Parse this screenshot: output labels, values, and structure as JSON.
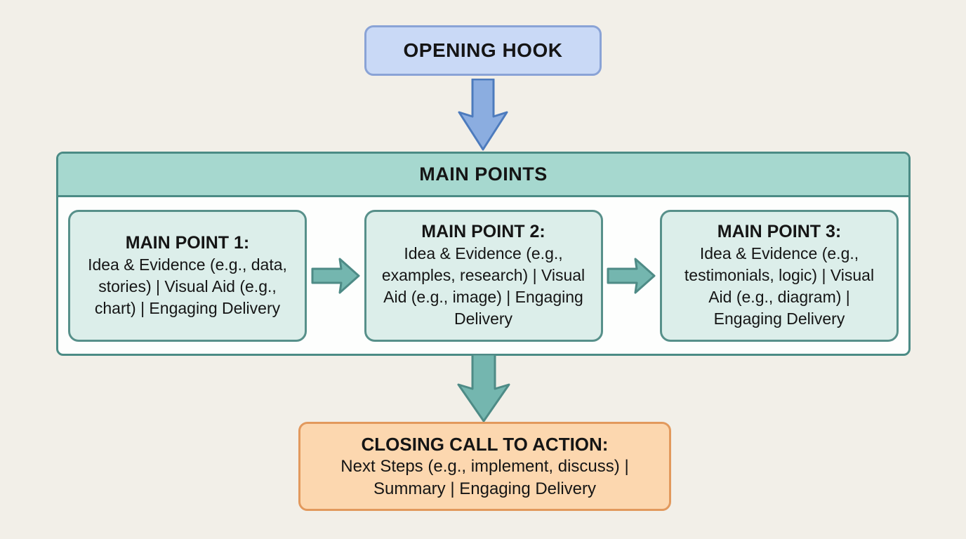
{
  "opening_hook": {
    "label": "OPENING HOOK"
  },
  "main_points": {
    "header": "MAIN POINTS",
    "points": [
      {
        "title": "MAIN POINT 1:",
        "body": "Idea & Evidence (e.g., data, stories) | Visual Aid (e.g., chart) | Engaging Delivery"
      },
      {
        "title": "MAIN POINT 2:",
        "body": "Idea & Evidence (e.g., examples, research) | Visual Aid (e.g., image) | Engaging Delivery"
      },
      {
        "title": "MAIN POINT 3:",
        "body": "Idea & Evidence (e.g., testimonials, logic) | Visual Aid (e.g., diagram) | Engaging Delivery"
      }
    ]
  },
  "closing": {
    "title": "CLOSING CALL TO ACTION:",
    "body": "Next Steps (e.g., implement, discuss) | Summary | Engaging Delivery"
  },
  "icons": {
    "down_arrow_blue": "arrow-down",
    "down_arrow_teal": "arrow-down",
    "right_arrow_teal": "arrow-right"
  },
  "colors": {
    "background": "#f2efe8",
    "opening_fill": "#c9d9f6",
    "opening_border": "#8aa3d6",
    "blue_arrow_fill": "#8badе0",
    "blue_arrow_border": "#4d7bbd",
    "container_header_fill": "#a6d8cf",
    "container_border": "#4b8b85",
    "container_body_fill": "#fdfefd",
    "point_fill": "#dceeea",
    "point_border": "#57908a",
    "teal_arrow_fill": "#74b6af",
    "teal_arrow_border": "#4e8b86",
    "closing_fill": "#fcd7af",
    "closing_border": "#e2995d",
    "text": "#151515"
  }
}
